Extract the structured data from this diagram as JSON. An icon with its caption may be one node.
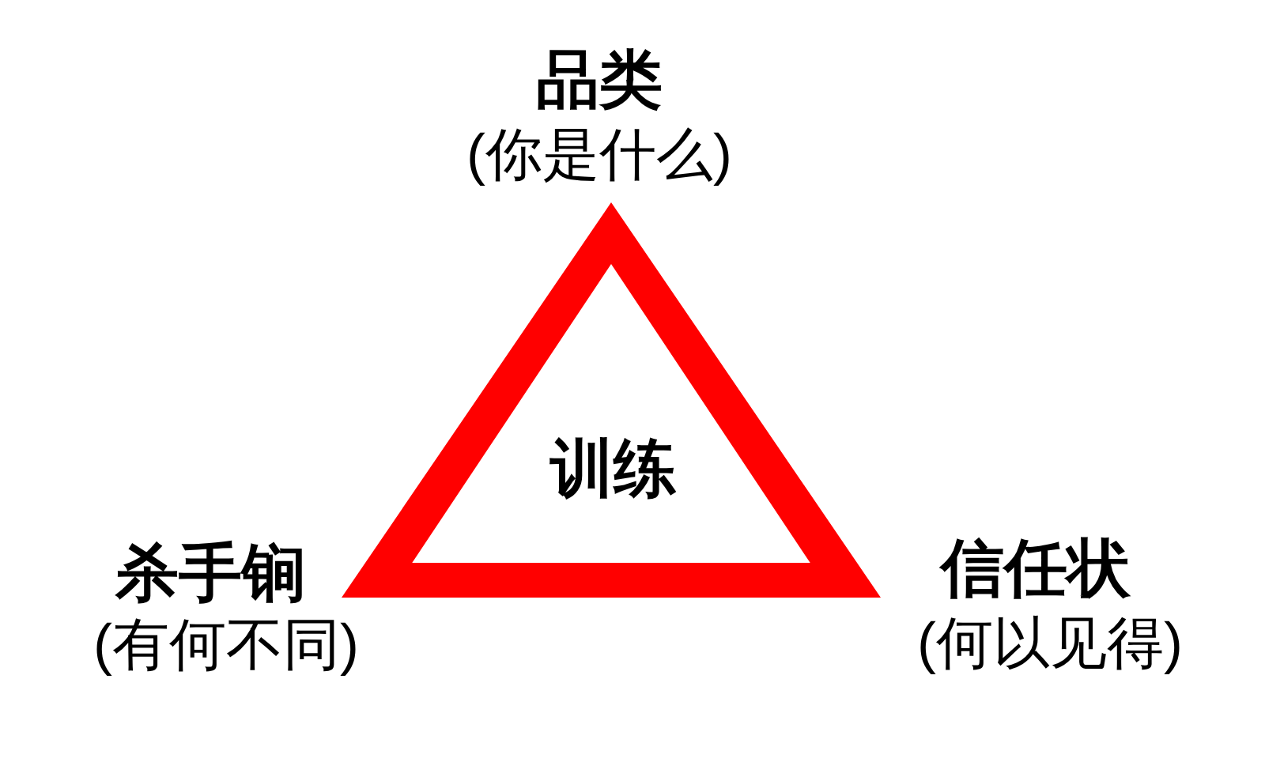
{
  "diagram": {
    "nodes": [
      {
        "text": [
          "训练"
        ],
        "beside": [
          "品类",
          "(你是什么)",
          "杀手锏",
          "(有何不同)",
          "信任状",
          "(何以见得)"
        ]
      }
    ]
  }
}
